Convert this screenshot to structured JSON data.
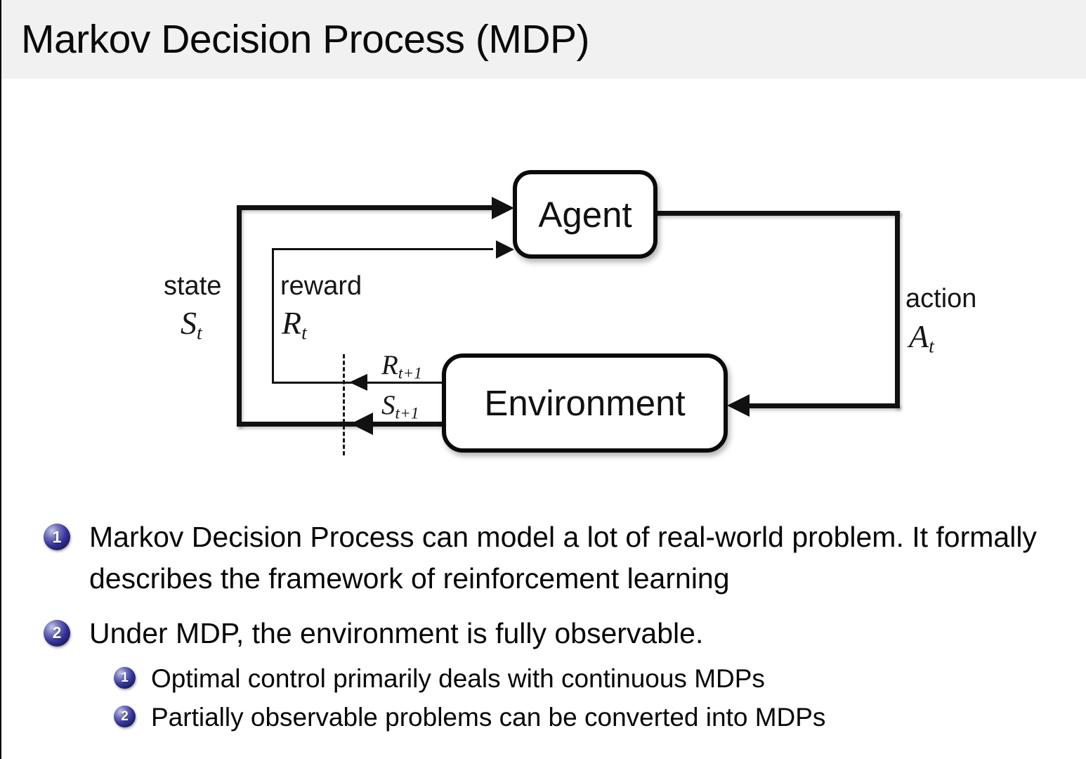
{
  "slide": {
    "title": "Markov Decision Process (MDP)"
  },
  "colors": {
    "header_bg": "#f1f1f1",
    "enumerate_ball_blue": "#2a2a80",
    "diagram_line": "#111111"
  },
  "diagram": {
    "agent_label": "Agent",
    "environment_label": "Environment",
    "state": {
      "word": "state",
      "sym": "S",
      "sub": "t"
    },
    "reward": {
      "word": "reward",
      "sym": "R",
      "sub": "t"
    },
    "action": {
      "word": "action",
      "sym": "A",
      "sub": "t"
    },
    "reward_next": {
      "sym": "R",
      "sub": "t+1"
    },
    "state_next": {
      "sym": "S",
      "sub": "t+1"
    }
  },
  "bullets": [
    {
      "number": "1",
      "text": "Markov Decision Process can model a lot of real-world problem. It formally describes the framework of reinforcement learning"
    },
    {
      "number": "2",
      "text": "Under MDP, the environment is fully observable.",
      "subitems": [
        {
          "number": "1",
          "text": "Optimal control primarily deals with continuous MDPs"
        },
        {
          "number": "2",
          "text": "Partially observable problems can be converted into MDPs"
        }
      ]
    }
  ]
}
